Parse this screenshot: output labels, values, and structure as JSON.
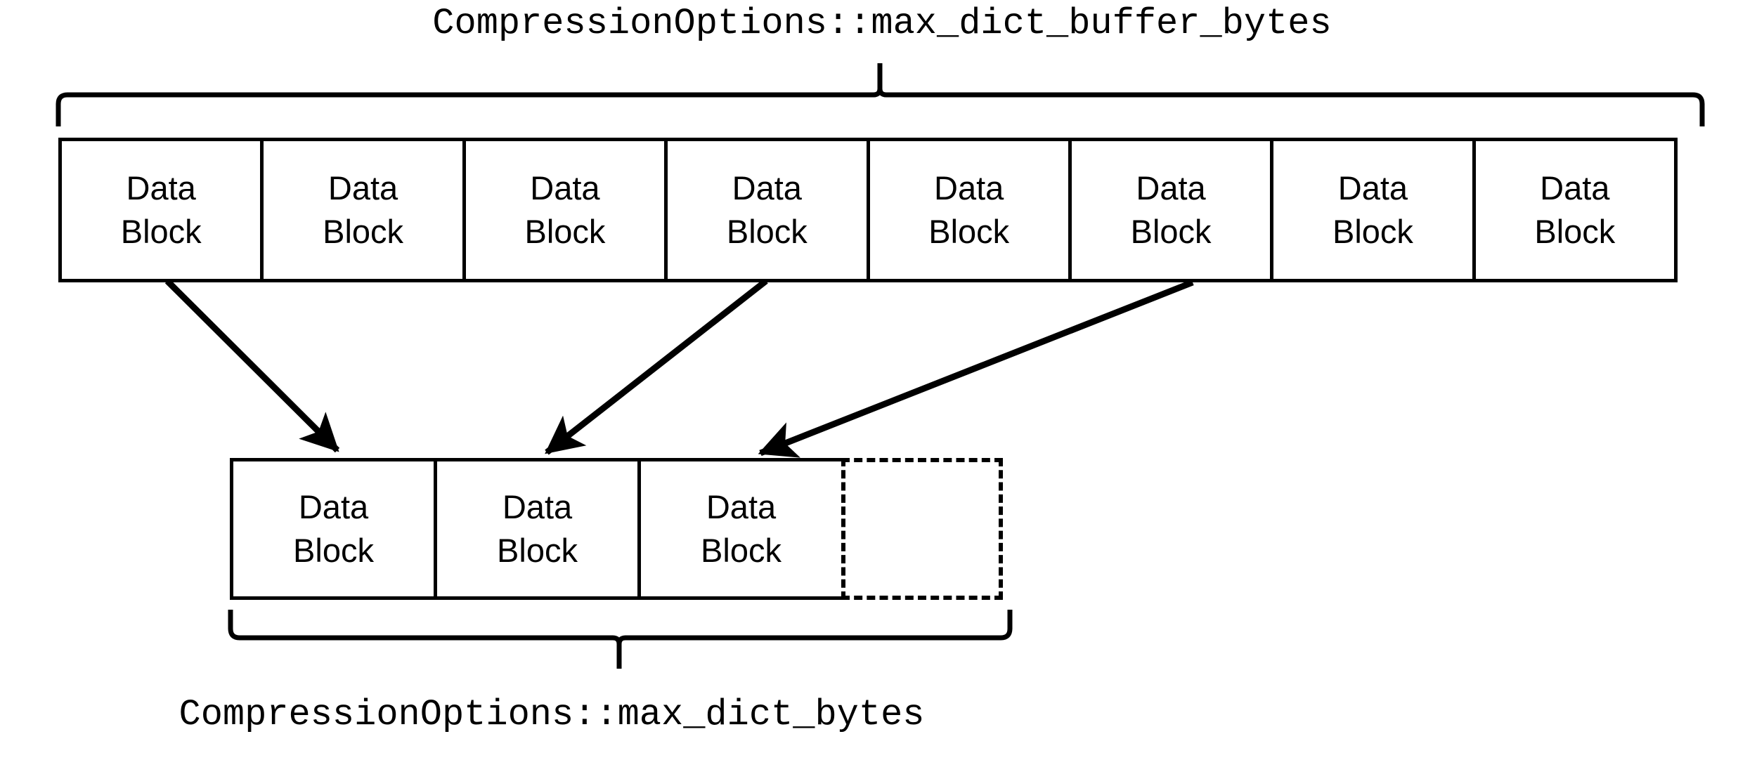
{
  "diagram": {
    "title_top": "CompressionOptions::max_dict_buffer_bytes",
    "title_bottom": "CompressionOptions::max_dict_bytes",
    "colors": {
      "stroke": "#000000",
      "background": "#ffffff",
      "text": "#000000"
    },
    "top_row": {
      "block_label_line1": "Data",
      "block_label_line2": "Block",
      "blocks": [
        {
          "line1": "Data",
          "line2": "Block"
        },
        {
          "line1": "Data",
          "line2": "Block"
        },
        {
          "line1": "Data",
          "line2": "Block"
        },
        {
          "line1": "Data",
          "line2": "Block"
        },
        {
          "line1": "Data",
          "line2": "Block"
        },
        {
          "line1": "Data",
          "line2": "Block"
        },
        {
          "line1": "Data",
          "line2": "Block"
        },
        {
          "line1": "Data",
          "line2": "Block"
        }
      ]
    },
    "bottom_row": {
      "blocks": [
        {
          "line1": "Data",
          "line2": "Block",
          "style": "solid"
        },
        {
          "line1": "Data",
          "line2": "Block",
          "style": "solid"
        },
        {
          "line1": "Data",
          "line2": "Block",
          "style": "solid"
        },
        {
          "line1": "",
          "line2": "",
          "style": "dashed"
        }
      ]
    },
    "arrows": [
      {
        "from_block_index": 0,
        "to_block_index": 0
      },
      {
        "from_block_index": 3,
        "to_block_index": 1
      },
      {
        "from_block_index": 5,
        "to_block_index": 2
      }
    ]
  }
}
